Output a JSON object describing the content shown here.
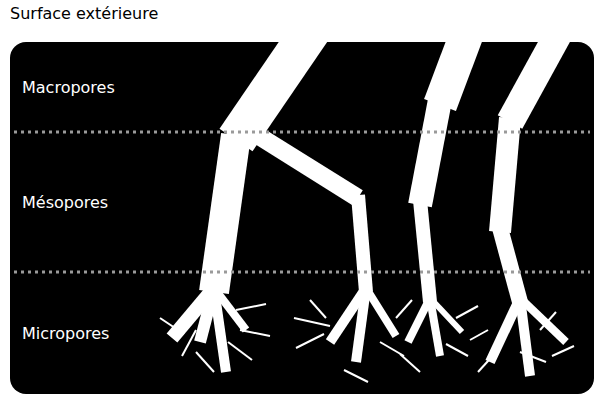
{
  "diagram": {
    "nodes": [
      {
        "text": [
          "Surface extérieure"
        ]
      },
      {
        "text": [
          "Macropores"
        ],
        "in": 0
      },
      {
        "text": [
          "Mésopores"
        ],
        "in": 0
      },
      {
        "text": [
          "Micropores"
        ],
        "in": 0
      }
    ]
  }
}
